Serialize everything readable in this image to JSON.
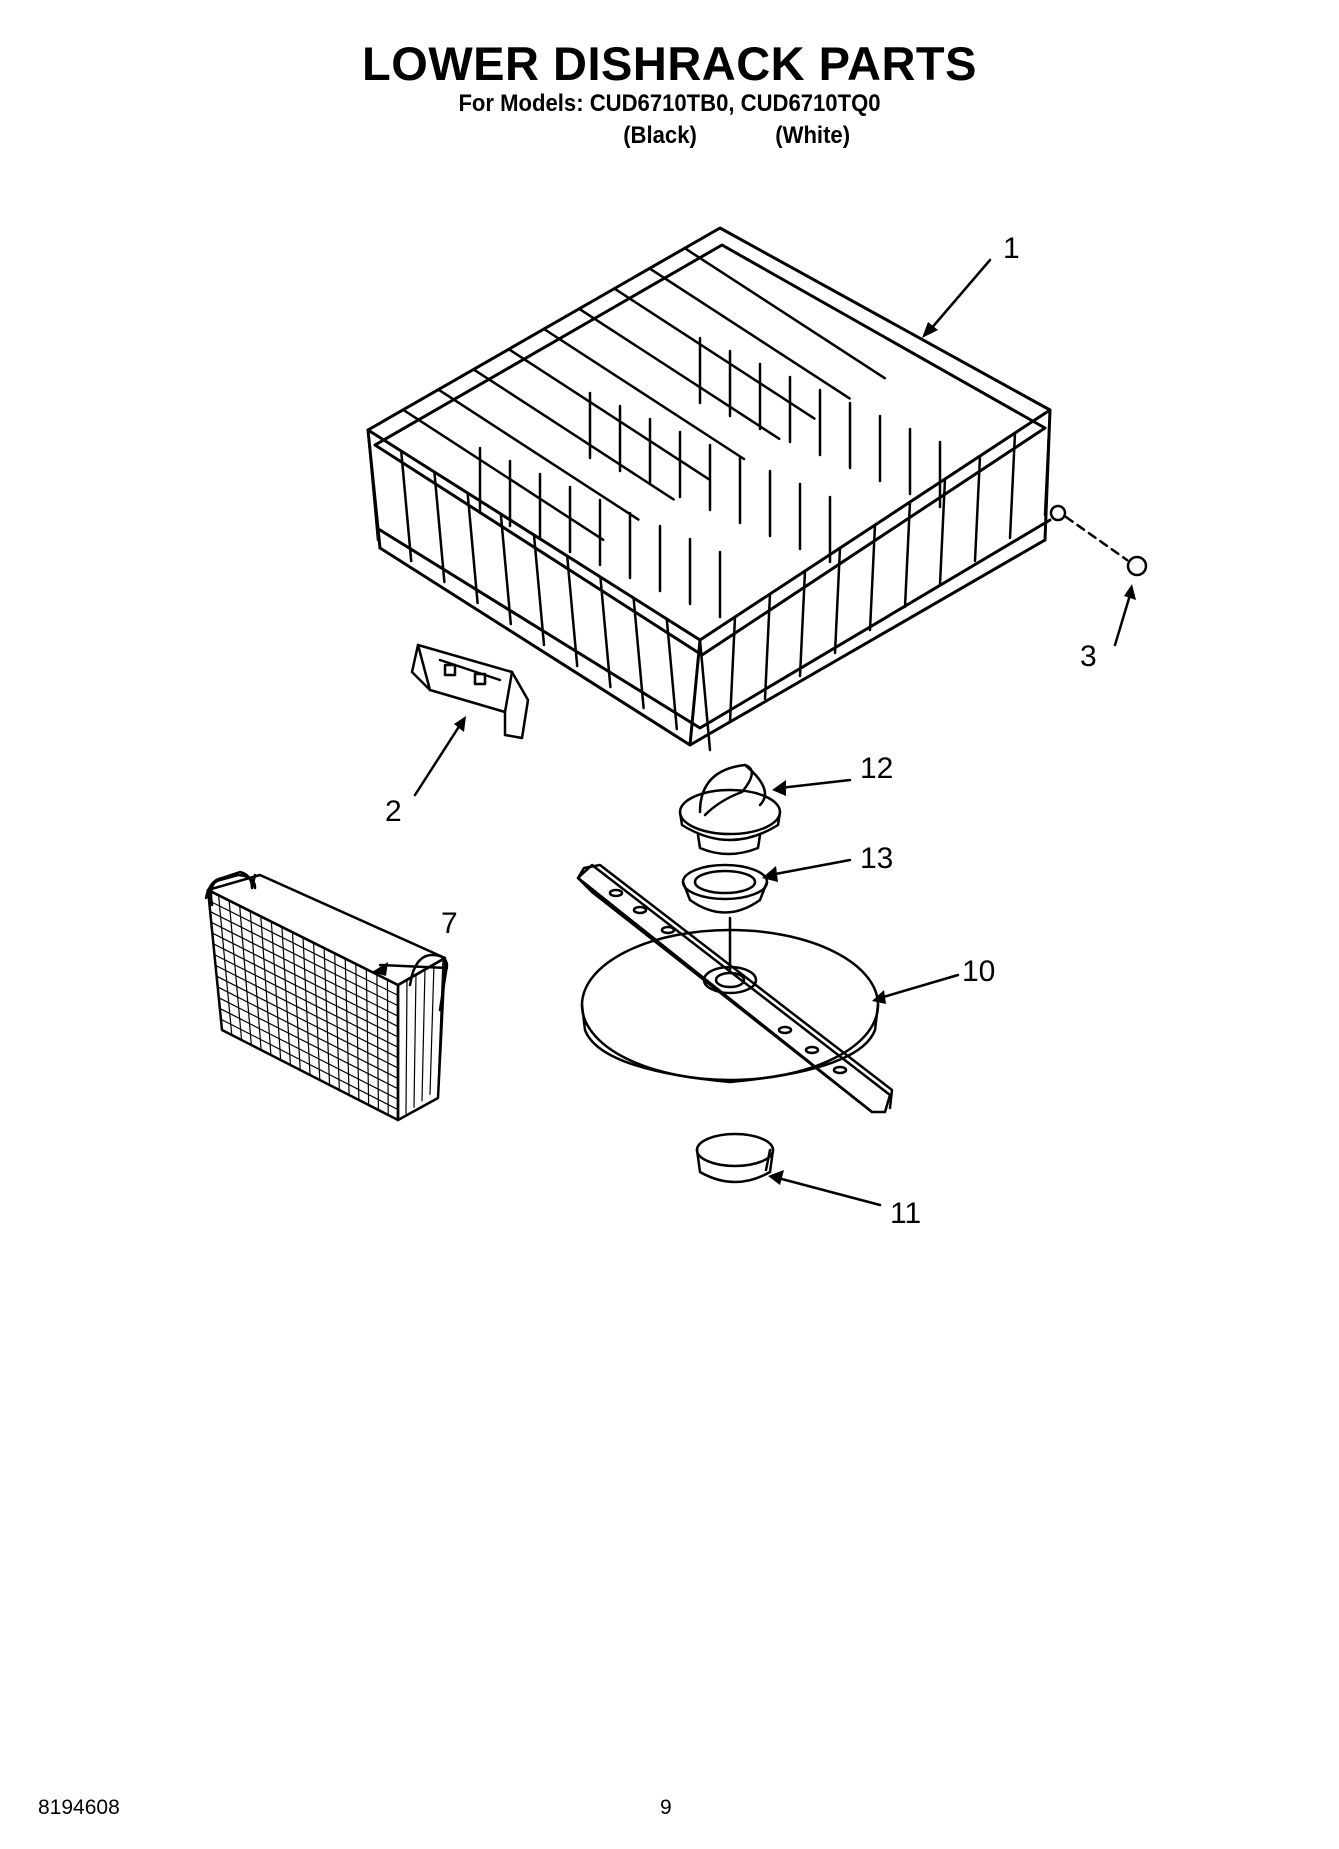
{
  "header": {
    "title": "LOWER DISHRACK PARTS",
    "models": "For Models: CUD6710TB0, CUD6710TQ0",
    "variant_black": "(Black)",
    "variant_white": "(White)"
  },
  "callouts": {
    "c1": "1",
    "c2": "2",
    "c3": "3",
    "c7": "7",
    "c10": "10",
    "c11": "11",
    "c12": "12",
    "c13": "13"
  },
  "footer": {
    "doc_number": "8194608",
    "page_number": "9"
  },
  "colors": {
    "ink": "#000000",
    "paper": "#ffffff"
  }
}
